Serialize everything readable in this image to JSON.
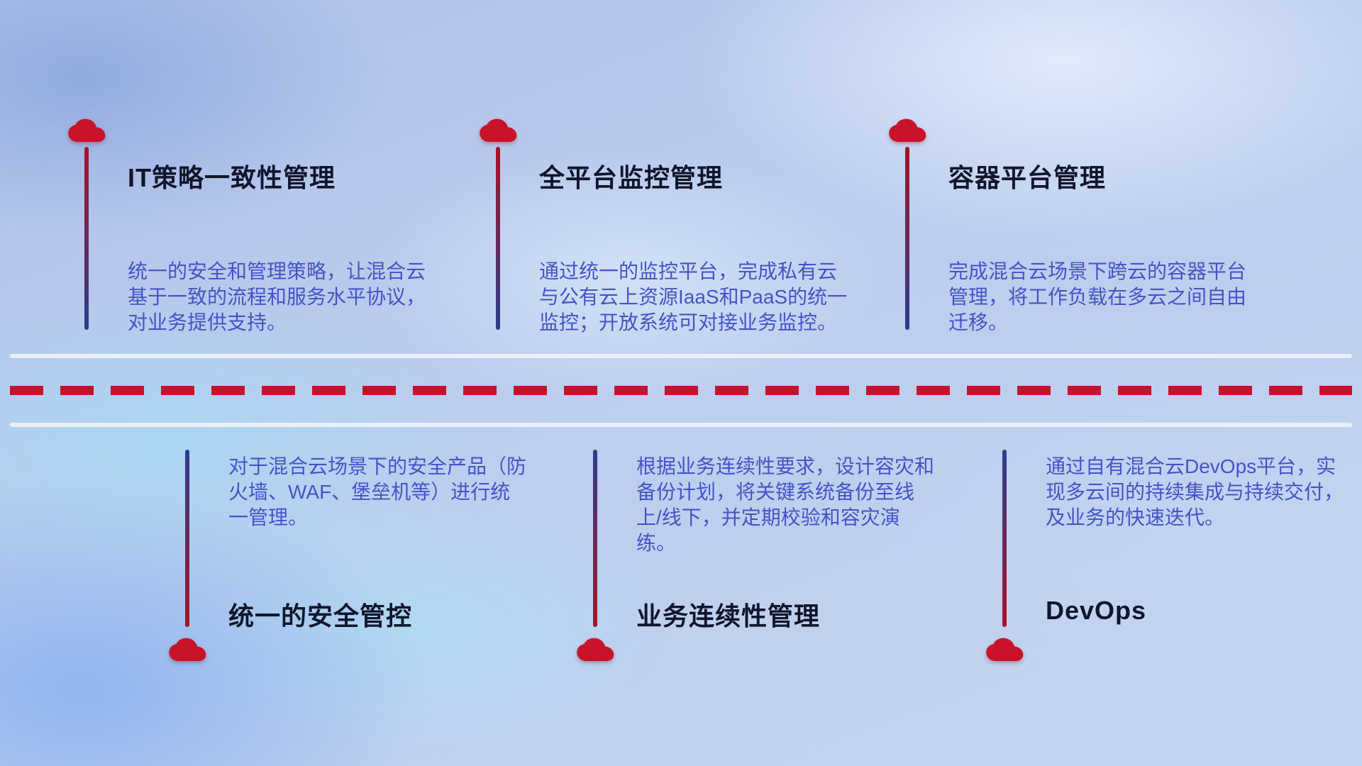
{
  "diagram": {
    "top_row": [
      {
        "title": "IT策略一致性管理",
        "description": "统一的安全和管理策略，让混合云基于一致的流程和服务水平协议，对业务提供支持。"
      },
      {
        "title": "全平台监控管理",
        "description": "通过统一的监控平台，完成私有云与公有云上资源IaaS和PaaS的统一监控；开放系统可对接业务监控。"
      },
      {
        "title": "容器平台管理",
        "description": "完成混合云场景下跨云的容器平台管理，将工作负载在多云之间自由迁移。"
      }
    ],
    "bottom_row": [
      {
        "title": "统一的安全管控",
        "description": "对于混合云场景下的安全产品（防火墙、WAF、堡垒机等）进行统一管理。"
      },
      {
        "title": "业务连续性管理",
        "description": "根据业务连续性要求，设计容灾和备份计划，将关键系统备份至线上/线下，并定期校验和容灾演练。"
      },
      {
        "title": "DevOps",
        "description": "通过自有混合云DevOps平台，实现多云间的持续集成与持续交付，及业务的快速迭代。"
      }
    ],
    "colors": {
      "cloud_red": "#c9132a",
      "stem_red": "#a81424",
      "stem_blue": "#2c3e8e",
      "title_text": "#10162b",
      "description_text": "#4554c4",
      "dashed_line": "#c8102e",
      "solid_line": "#eef2fa"
    }
  }
}
